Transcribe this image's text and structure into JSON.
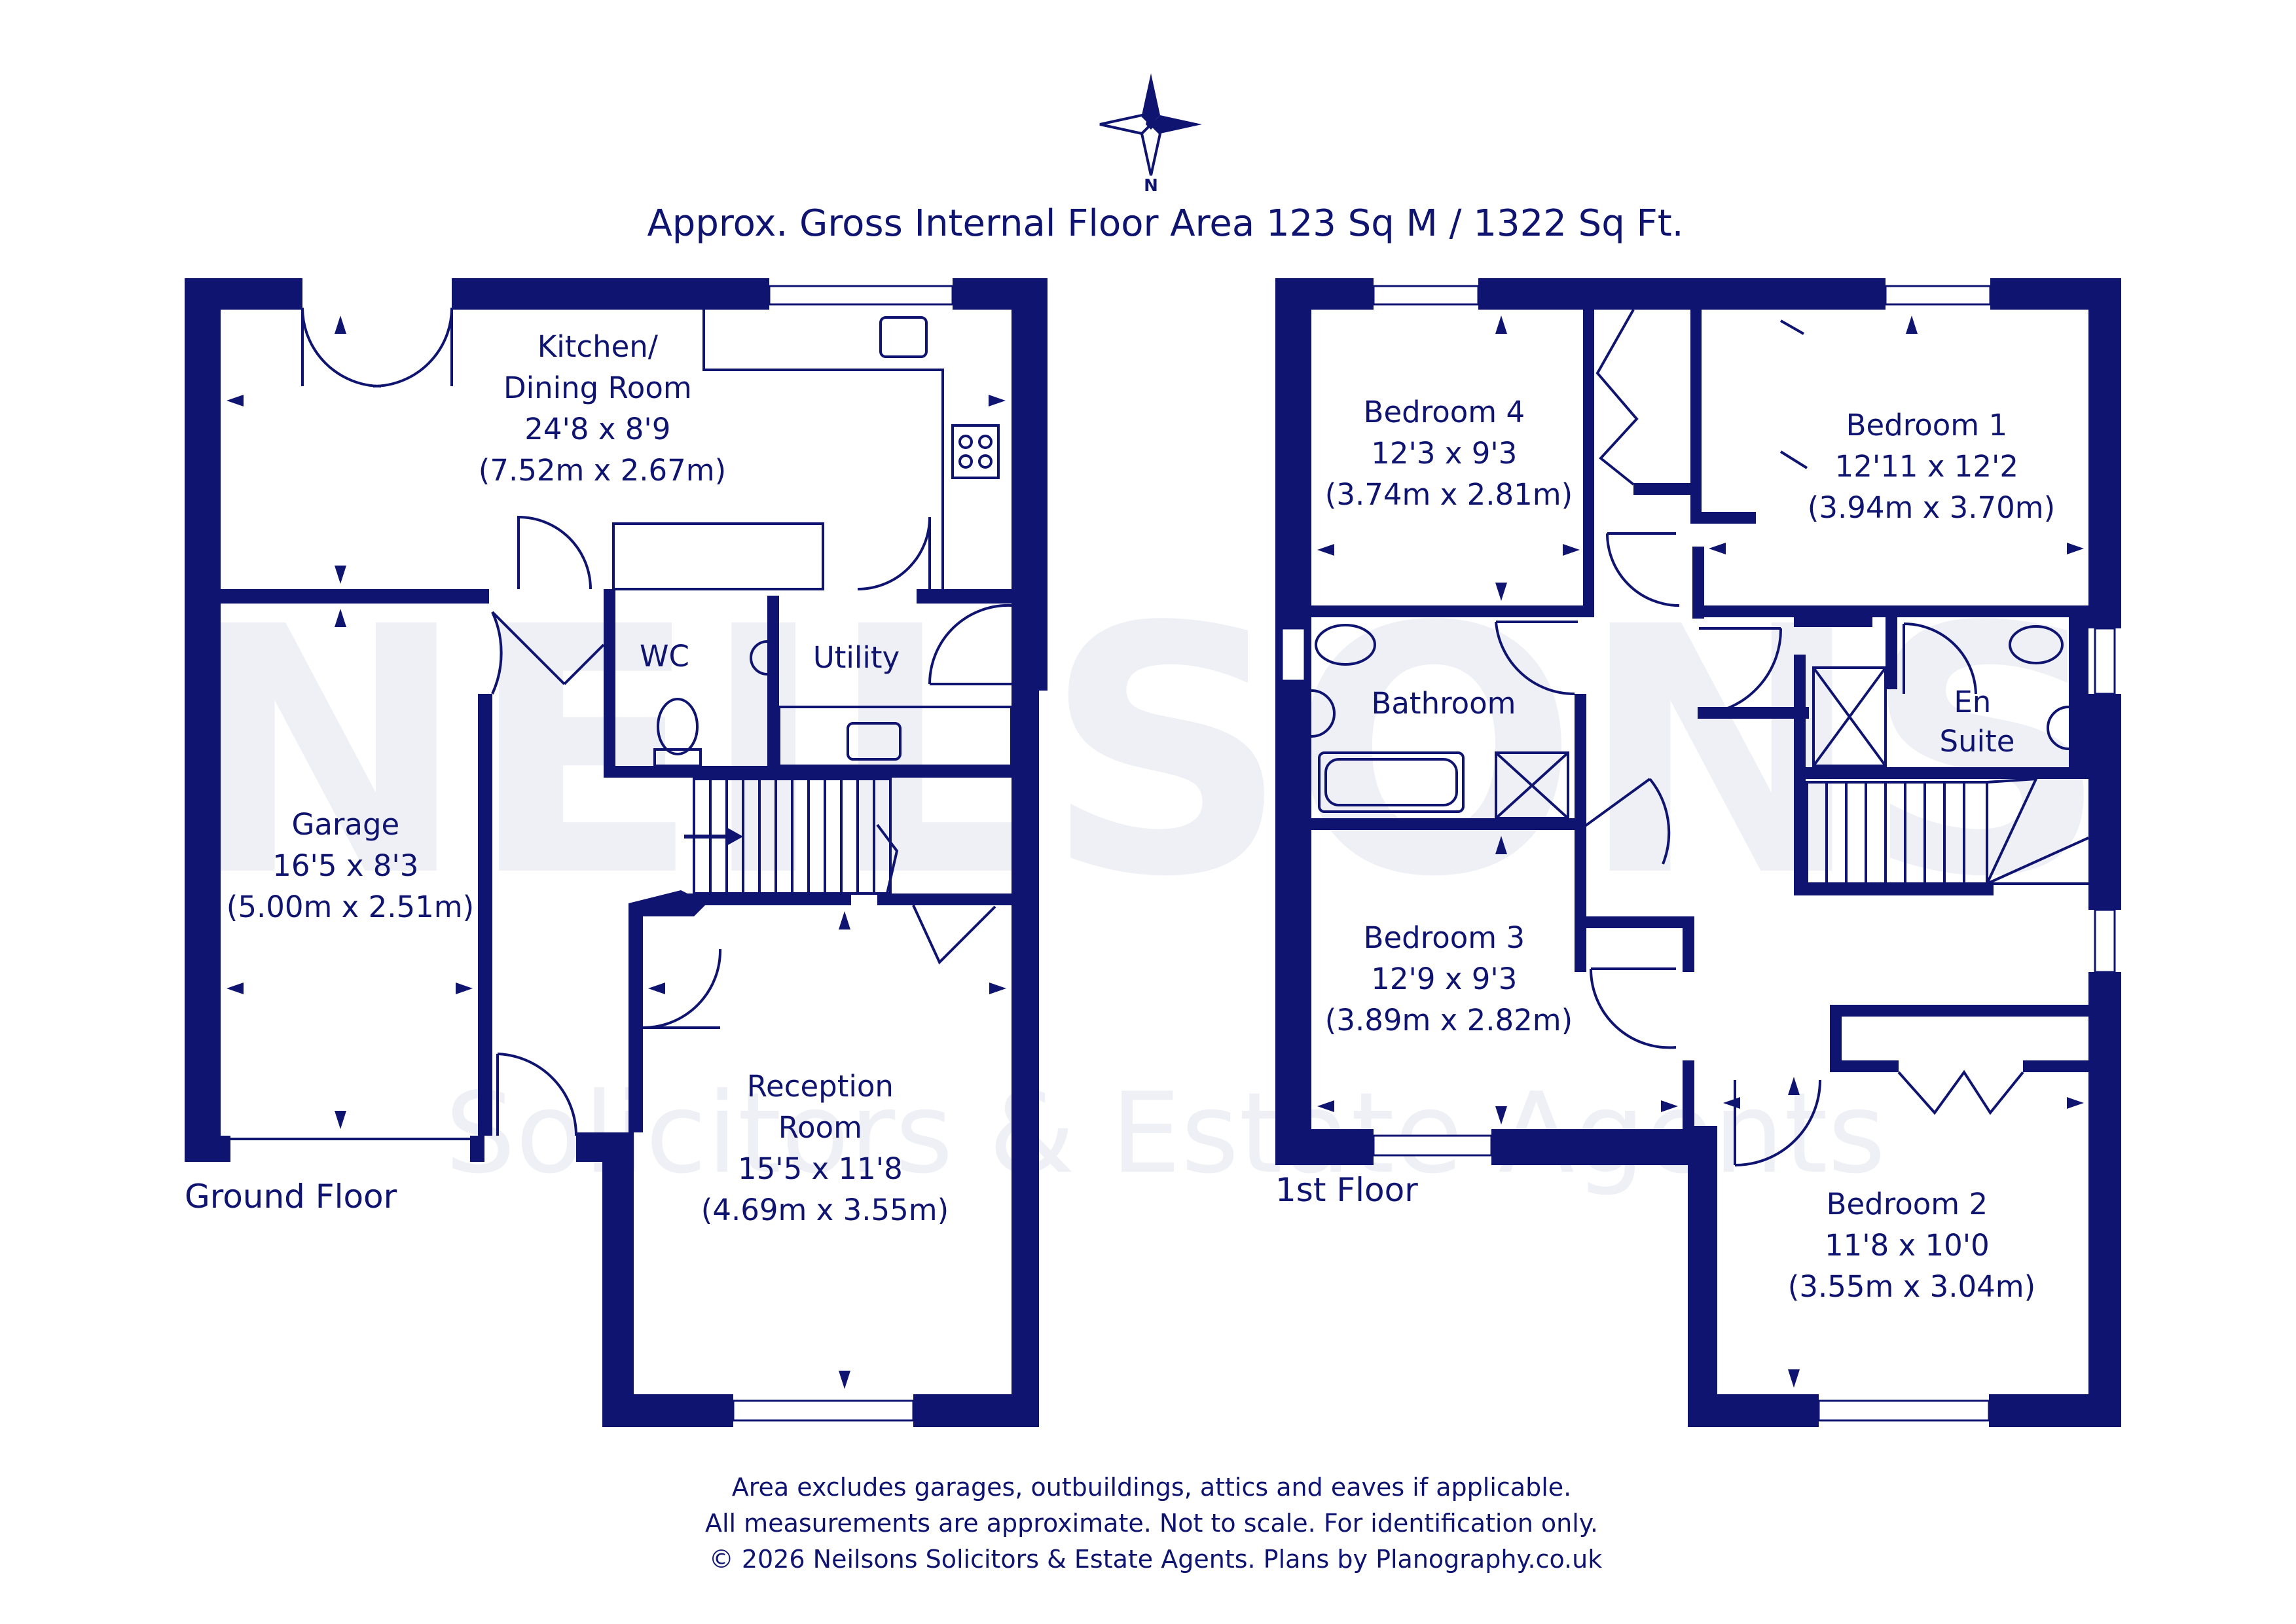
{
  "title": "Approx. Gross Internal Floor Area 123 Sq M / 1322 Sq Ft.",
  "compass": {
    "label": "N"
  },
  "floors": {
    "ground": {
      "label": "Ground Floor"
    },
    "first": {
      "label": "1st Floor"
    }
  },
  "rooms": {
    "kitchen": [
      "Kitchen/",
      "Dining Room",
      "24'8 x 8'9",
      "(7.52m x 2.67m)"
    ],
    "garage": [
      "Garage",
      "16'5 x 8'3",
      "(5.00m x 2.51m)"
    ],
    "wc": [
      "WC"
    ],
    "utility": [
      "Utility"
    ],
    "reception": [
      "Reception",
      "Room",
      "15'5 x 11'8",
      "(4.69m x 3.55m)"
    ],
    "bedroom4": [
      "Bedroom 4",
      "12'3 x 9'3",
      "(3.74m x 2.81m)"
    ],
    "bedroom1": [
      "Bedroom 1",
      "12'11 x 12'2",
      "(3.94m x 3.70m)"
    ],
    "bathroom": [
      "Bathroom"
    ],
    "ensuite": [
      "En",
      "Suite"
    ],
    "bedroom3": [
      "Bedroom 3",
      "12'9 x 9'3",
      "(3.89m x 2.82m)"
    ],
    "bedroom2": [
      "Bedroom 2",
      "11'8 x 10'0",
      "(3.55m x 3.04m)"
    ]
  },
  "watermark": {
    "line1": "NEILSONS",
    "line2": "Solicitors & Estate Agents"
  },
  "footer": [
    "Area excludes garages, outbuildings, attics and eaves if applicable.",
    "All measurements are approximate. Not to scale. For identification only.",
    "© 2026 Neilsons Solicitors & Estate Agents. Plans by Planography.co.uk"
  ],
  "colors": {
    "primary": "#0f1470",
    "watermark": "#eef0f6"
  }
}
